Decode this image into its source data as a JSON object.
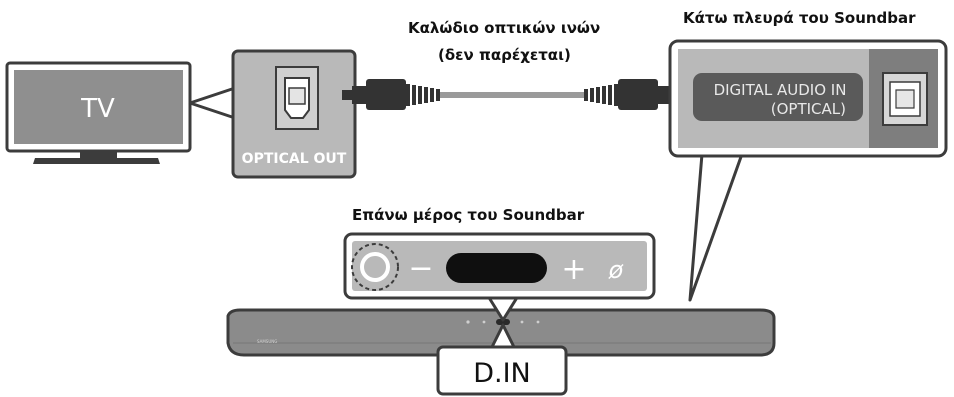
{
  "tv": {
    "label": "TV"
  },
  "tv_port": {
    "label": "OPTICAL OUT"
  },
  "cable": {
    "label_line1": "Καλώδιο οπτικών ινών",
    "label_line2": "(δεν παρέχεται)"
  },
  "soundbar_bottom": {
    "title": "Κάτω πλευρά του Soundbar",
    "port_line1": "DIGITAL AUDIO IN",
    "port_line2": "(OPTICAL)"
  },
  "soundbar_top": {
    "title": "Επάνω μέρος του Soundbar",
    "minus_symbol": "−",
    "plus_symbol": "+",
    "mic_off_symbol": "ø"
  },
  "soundbar": {
    "brand": "SAMSUNG",
    "display": "D.IN"
  },
  "colors": {
    "panel": "#b9b9b9",
    "outline": "#3c3c3c",
    "cable": "#9a9a9a",
    "plug": "#333333"
  }
}
